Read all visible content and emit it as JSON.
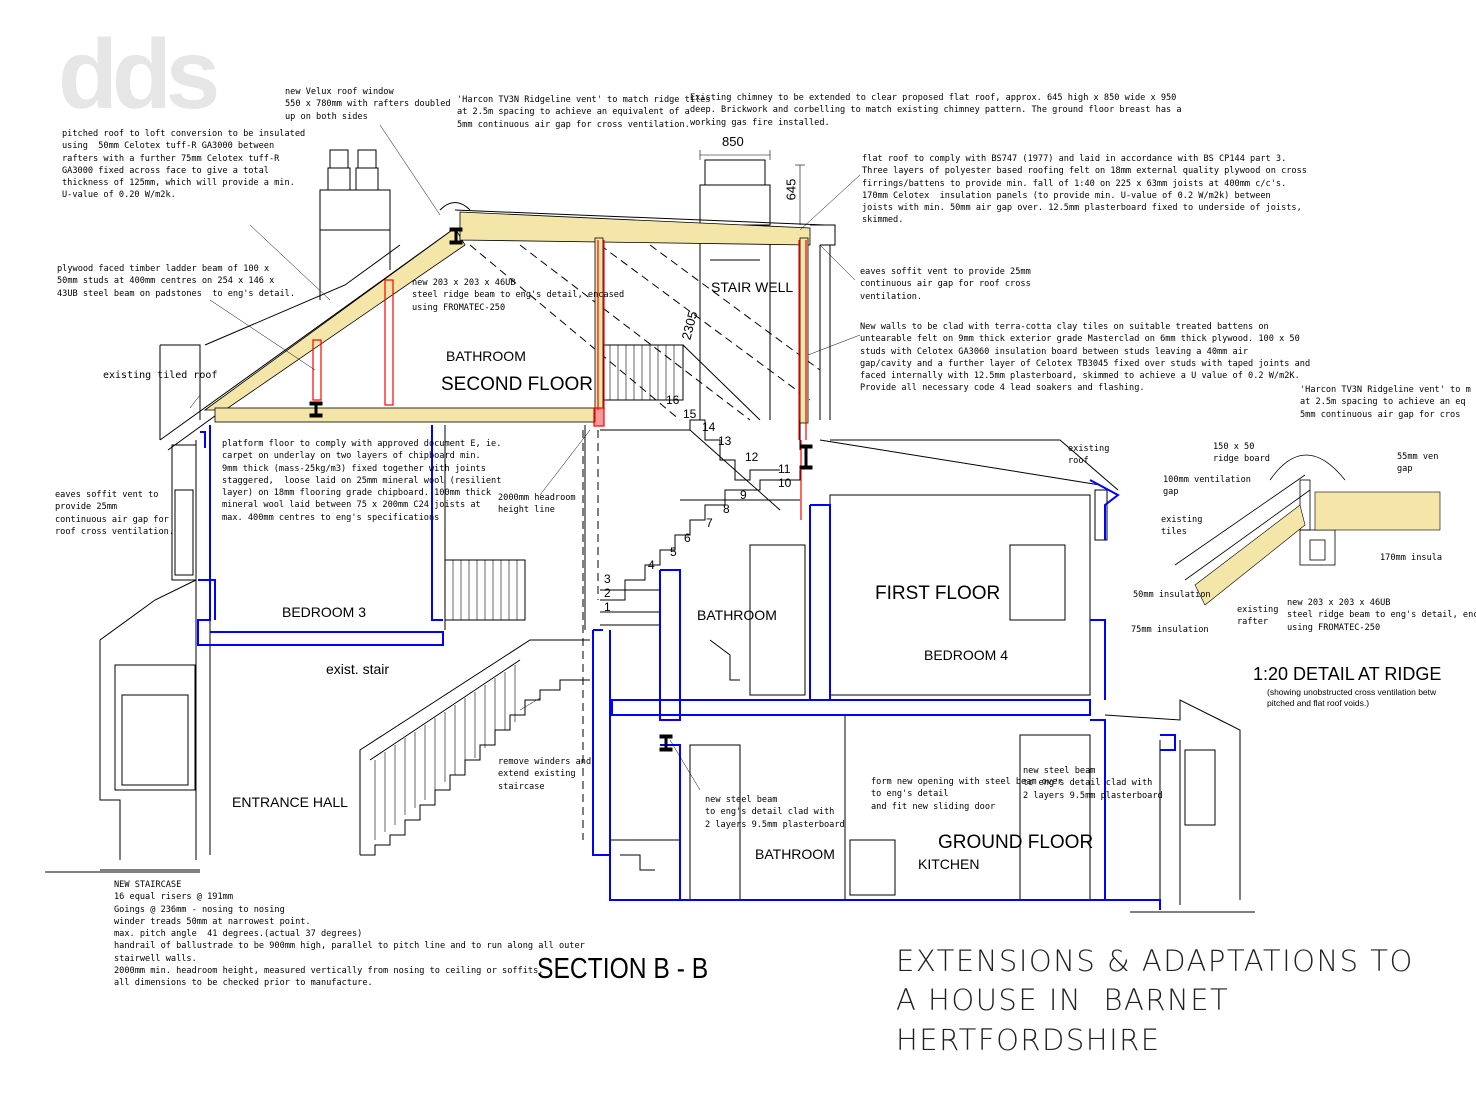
{
  "logo": {
    "text": "dds",
    "color": "#e6e6e6"
  },
  "colors": {
    "structure": "#0000ff",
    "insulation": "#f3e6a8",
    "redline": "#ff0000",
    "line": "#000000"
  },
  "title": {
    "line1": "EXTENSIONS & ADAPTATIONS TO",
    "line2": "A HOUSE IN  BARNET",
    "line3": "HERTFORDSHIRE"
  },
  "section_title": "SECTION B - B",
  "rooms": {
    "bathroom_second": "BATHROOM",
    "second_floor": "SECOND FLOOR",
    "stair_well": "STAIR WELL",
    "bedroom3": "BEDROOM 3",
    "exist_stair": "exist. stair",
    "entrance_hall": "ENTRANCE HALL",
    "first_floor": "FIRST FLOOR",
    "bathroom_first": "BATHROOM",
    "bedroom4": "BEDROOM 4",
    "ground_floor": "GROUND FLOOR",
    "kitchen": "KITCHEN",
    "bathroom_ground": "BATHROOM"
  },
  "dimensions": {
    "chimney_width": "850",
    "chimney_height": "645",
    "stair_height": "2305"
  },
  "stair_numbers": [
    "1",
    "2",
    "3",
    "4",
    "5",
    "6",
    "7",
    "8",
    "9",
    "10",
    "11",
    "12",
    "13",
    "14",
    "15",
    "16"
  ],
  "notes": {
    "velux": "new Velux roof window\n550 x 780mm with rafters doubled\nup on both sides",
    "harcon": "'Harcon TV3N Ridgeline vent' to match ridge tiles\nat 2.5m spacing to achieve an equivalent of a\n5mm continuous air gap for cross ventilation.",
    "chimney": "Existing chimney to be extended to clear proposed flat roof, approx. 645 high x 850 wide x 950\ndeep. Brickwork and corbelling to match existing chimney pattern. The ground floor breast has a\nworking gas fire installed.",
    "pitched": "pitched roof to loft conversion to be insulated\nusing  50mm Celotex tuff-R GA3000 between\nrafters with a further 75mm Celotex tuff-R\nGA3000 fixed across face to give a total\nthickness of 125mm, which will provide a min.\nU-value of 0.20 W/m2k.",
    "flatroof": "flat roof to comply with BS747 (1977) and laid in accordance with BS CP144 part 3.\nThree layers of polyester based roofing felt on 18mm external quality plywood on cross\nfirrings/battens to provide min. fall of 1:40 on 225 x 63mm joists at 400mm c/c's.\n170mm Celotex  insulation panels (to provide min. U-value of 0.2 W/m2k) between\njoists with min. 50mm air gap over. 12.5mm plasterboard fixed to underside of joists,\nskimmed.",
    "plywood": "plywood faced timber ladder beam of 100 x\n50mm studs at 400mm centres on 254 x 146 x\n43UB steel beam on padstones  to eng's detail.",
    "ridgebeam": "new 203 x 203 x 46UB\nsteel ridge beam to eng's detail, encased\nusing FROMATEC-250",
    "eaves_right": "eaves soffit vent to provide 25mm\ncontinuous air gap for roof cross\nventilation.",
    "newwalls": "New walls to be clad with terra-cotta clay tiles on suitable treated battens on\nuntearable felt on 9mm thick exterior grade Masterclad on 6mm thick plywood. 100 x 50\nstuds with Celotex GA3060 insulation board between studs leaving a 40mm air\ngap/cavity and a further layer of Celotex TB3045 fixed over studs with taped joints and\nfaced internally with 12.5mm plasterboard, skimmed to achieve a U value of 0.2 W/m2K.\nProvide all necessary code 4 lead soakers and flashing.",
    "existing_tiled": "existing tiled roof",
    "eaves_left": "eaves soffit vent to\nprovide 25mm\ncontinuous air gap for\nroof cross ventilation.",
    "platform": "platform floor to comply with approved document E, ie.\ncarpet on underlay on two layers of chipboard min.\n9mm thick (mass-25kg/m3) fixed together with joints\nstaggered,  loose laid on 25mm mineral wool (resilient\nlayer) on 18mm flooring grade chipboard. 100mm thick\nmineral wool laid between 75 x 200mm C24 joists at\nmax. 400mm centres to eng's specifications",
    "headroom": "2000mm headroom\nheight line",
    "existing_roof": "existing\nroof",
    "winders": "remove winders and\nextend existing\nstaircase",
    "beam1": "new steel beam\nto eng's detail clad with\n2 layers 9.5mm plasterboard",
    "opening": "form new opening with steel beam over\nto eng's detail\nand fit new sliding door",
    "beam2": "new steel beam\nto eng's detail clad with\n2 layers 9.5mm plasterboard",
    "staircase": "NEW STAIRCASE\n16 equal risers @ 191mm\nGoings @ 236mm - nosing to nosing\nwinder treads 50mm at narrowest point.\nmax. pitch angle  41 degrees.(actual 37 degrees)\nhandrail of ballustrade to be 900mm high, parallel to pitch line and to run along all outer\nstairwell walls.\n2000mm min. headroom height, measured vertically from nosing to ceiling or soffits.\nall dimensions to be checked prior to manufacture."
  },
  "detail": {
    "title": "1:20 DETAIL AT RIDGE",
    "subtitle": "(showing unobstructed cross ventilation betw\npitched and flat roof voids.)",
    "harcon": "'Harcon TV3N Ridgeline vent' to m\nat 2.5m spacing to achieve an eq\n5mm continuous air gap for cros",
    "ridge_board": "150 x 50\nridge board",
    "vent_gap": "100mm ventilation\ngap",
    "gap55": "55mm ven\ngap",
    "existing_tiles": "existing\ntiles",
    "ins170": "170mm insula",
    "ins50": "50mm insulation",
    "ins75": "75mm insulation",
    "existing_rafter": "existing\nrafter",
    "ridge_beam": "new 203 x 203 x 46UB\nsteel ridge beam to eng's detail, enca\nusing FROMATEC-250"
  }
}
